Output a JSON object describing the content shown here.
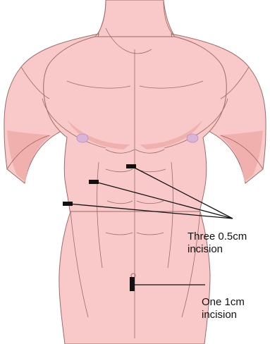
{
  "colors": {
    "skin": "#F8C9C8",
    "skin_shade": "#F0B0AD",
    "skin_outline": "#9C6B68",
    "nipple": "#D9B4D9",
    "incision": "#111111",
    "leader_line": "#111111",
    "background": "#FFFFFF"
  },
  "labels": {
    "three_line1": "Three 0.5cm",
    "three_line2": "incision",
    "one_line1": "One 1cm",
    "one_line2": "incision"
  },
  "incisions": [
    {
      "name": "upper-right-port-incision",
      "size": "0.5cm"
    },
    {
      "name": "mid-right-port-incision",
      "size": "0.5cm"
    },
    {
      "name": "lower-right-port-incision",
      "size": "0.5cm"
    },
    {
      "name": "umbilical-port-incision",
      "size": "1cm"
    }
  ]
}
